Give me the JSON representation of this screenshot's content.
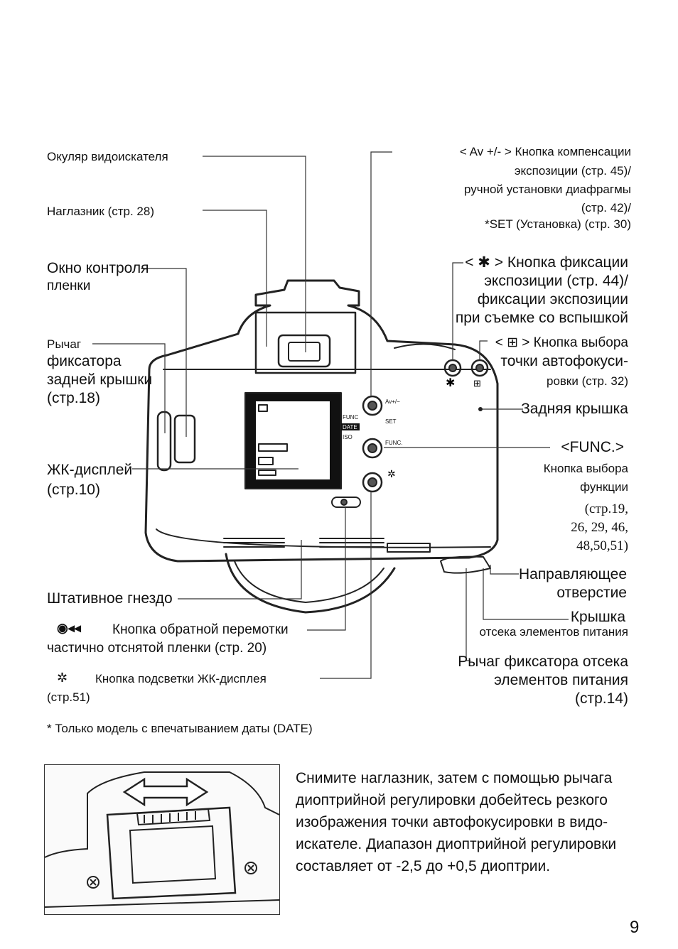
{
  "labels": {
    "eyepiece": "Окуляр видоискателя",
    "eyecup": "Наглазник (стр. 28)",
    "film_window_1": "Окно контроля",
    "film_window_2": "пленки",
    "back_latch_1": "Рычаг",
    "back_latch_2": "фиксатора",
    "back_latch_3": "задней крышки",
    "back_latch_4": "(стр.18)",
    "lcd_1": "ЖК-дисплей",
    "lcd_2": "(стр.10)",
    "tripod": "Штативное гнездо",
    "rewind_1": "Кнопка обратной перемотки",
    "rewind_2": "частично отснятой пленки (стр. 20)",
    "backlight_1": "Кнопка подсветки ЖК-дисплея",
    "backlight_2": "(стр.51)",
    "av_1": "< Av  +/-  > Кнопка компенсации",
    "av_2": "экспозиции (стр. 45)/",
    "av_3": "ручной установки диафрагмы",
    "av_4": "(стр. 42)/",
    "av_5": "*SET (Установка) (стр. 30)",
    "ae_1": "Кнопка фиксации",
    "ae_2": "экспозиции (стр. 44)/",
    "ae_3": "фиксации экспозиции",
    "ae_4": "при съемке со вспышкой",
    "af_1": "Кнопка выбора",
    "af_2": "точки автофокуси-",
    "af_3": "ровки (стр. 32)",
    "back_cover": "Задняя крышка",
    "func_1": "<FUNC.>",
    "func_2": "Кнопка выбора",
    "func_3": "функции",
    "func_4": "(стр.19,",
    "func_5": "26, 29, 46,",
    "func_6": "48,50,51)",
    "guide_1": "Направляющее",
    "guide_2": "отверстие",
    "batt_cover_1": "Крышка",
    "batt_cover_2": "отсека элементов питания",
    "batt_latch_1": "Рычаг фиксатора отсека",
    "batt_latch_2": "элементов питания",
    "batt_latch_3": "(стр.14)"
  },
  "camera_marks": {
    "func": "FUNC",
    "date": "DATE",
    "iso": "ISO",
    "av": "Av+/−",
    "set": "SET",
    "func_btn": "FUNC."
  },
  "footnote": "* Только модель с впечатыванием даты (DATE)",
  "paragraph": [
    "Снимите наглазник, затем с помощью рычага",
    "диоптрийной регулировки добейтесь резкого",
    "изображения точки автофокусировки в видо-",
    "искателе. Диапазон диоптрийной регулировки",
    "составляет от -2,5 до +0,5 диоптрии."
  ],
  "page_number": "9"
}
